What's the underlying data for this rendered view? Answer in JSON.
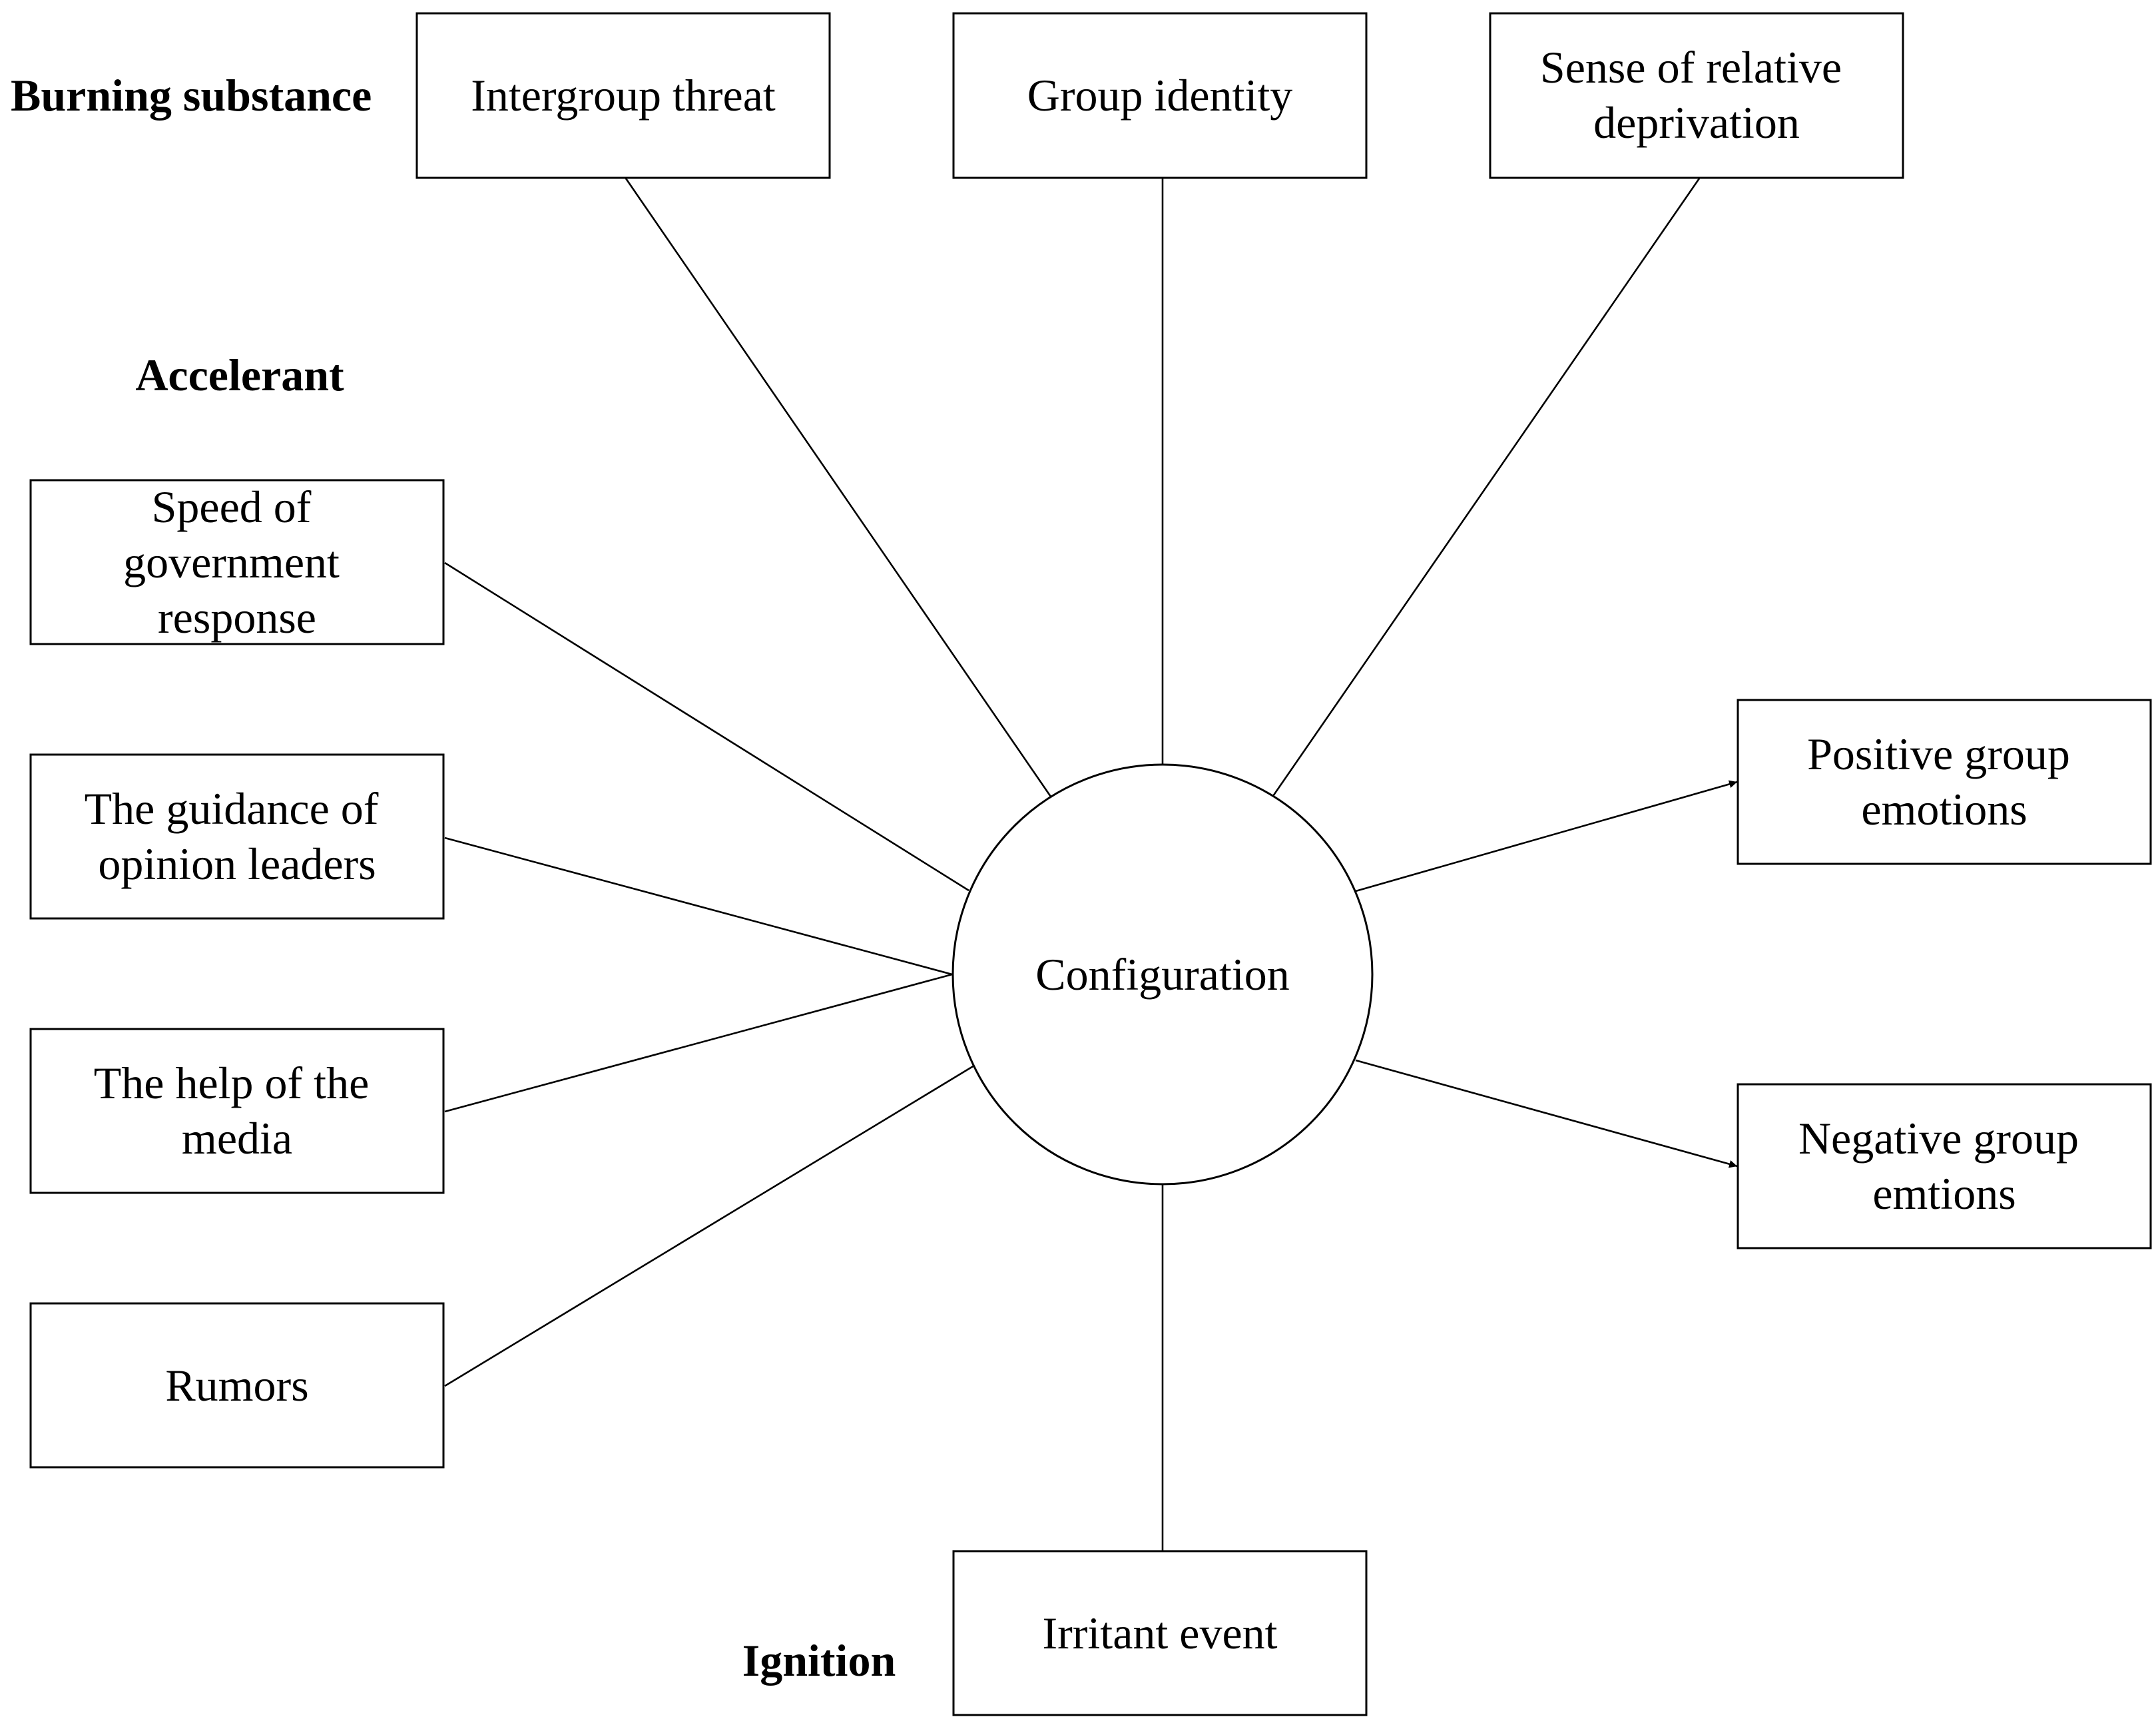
{
  "categories": {
    "burning_substance": "Burning substance",
    "accelerant": "Accelerant",
    "ignition": "Ignition"
  },
  "center": {
    "label": "Configuration"
  },
  "burning_substance_nodes": [
    {
      "lines": [
        "Intergroup threat"
      ]
    },
    {
      "lines": [
        "Group identity"
      ]
    },
    {
      "lines": [
        "Sense of relative",
        "deprivation"
      ]
    }
  ],
  "accelerant_nodes": [
    {
      "lines": [
        "Speed of",
        "government",
        "response"
      ]
    },
    {
      "lines": [
        "The guidance of",
        "opinion leaders"
      ]
    },
    {
      "lines": [
        "The help of the",
        "media"
      ]
    },
    {
      "lines": [
        "Rumors"
      ]
    }
  ],
  "ignition_nodes": [
    {
      "lines": [
        "Irritant event"
      ]
    }
  ],
  "outcome_nodes": [
    {
      "lines": [
        "Positive group",
        "emotions"
      ]
    },
    {
      "lines": [
        "Negative group",
        "emtions"
      ]
    }
  ]
}
